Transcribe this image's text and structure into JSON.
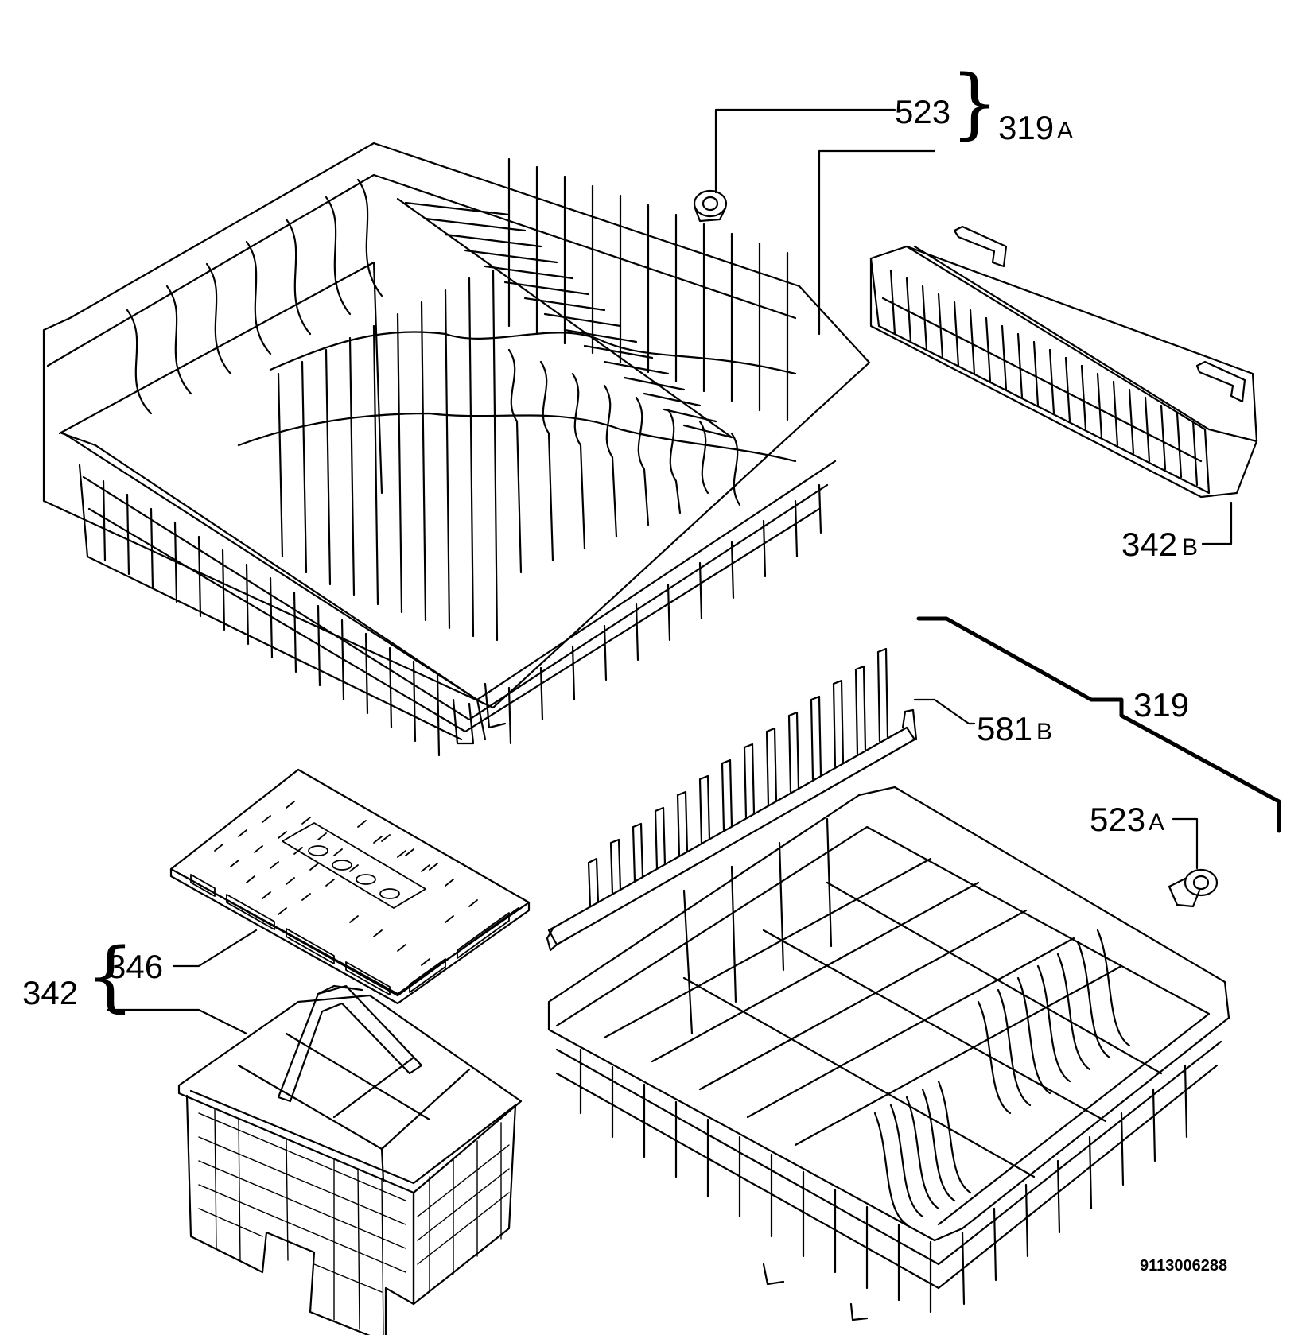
{
  "diagram": {
    "document_id": "9113006288",
    "callouts": {
      "p523": "523",
      "p319a_num": "319",
      "p319a_suf": "A",
      "p342b_num": "342",
      "p342b_suf": "B",
      "p581b_num": "581",
      "p581b_suf": "B",
      "p319": "319",
      "p523a_num": "523",
      "p523a_suf": "A",
      "p346": "346",
      "p342": "342"
    },
    "parts": [
      {
        "id": "upper-basket",
        "callout": "319A"
      },
      {
        "id": "upper-basket-wheel",
        "callout": "523"
      },
      {
        "id": "side-cutlery-rack",
        "callout": "342B"
      },
      {
        "id": "plate-rack-insert",
        "callout": "581B"
      },
      {
        "id": "lower-basket",
        "callout": "319"
      },
      {
        "id": "lower-basket-wheel",
        "callout": "523A"
      },
      {
        "id": "cutlery-basket-lid",
        "callout": "346"
      },
      {
        "id": "cutlery-basket",
        "callout": "342"
      }
    ]
  }
}
